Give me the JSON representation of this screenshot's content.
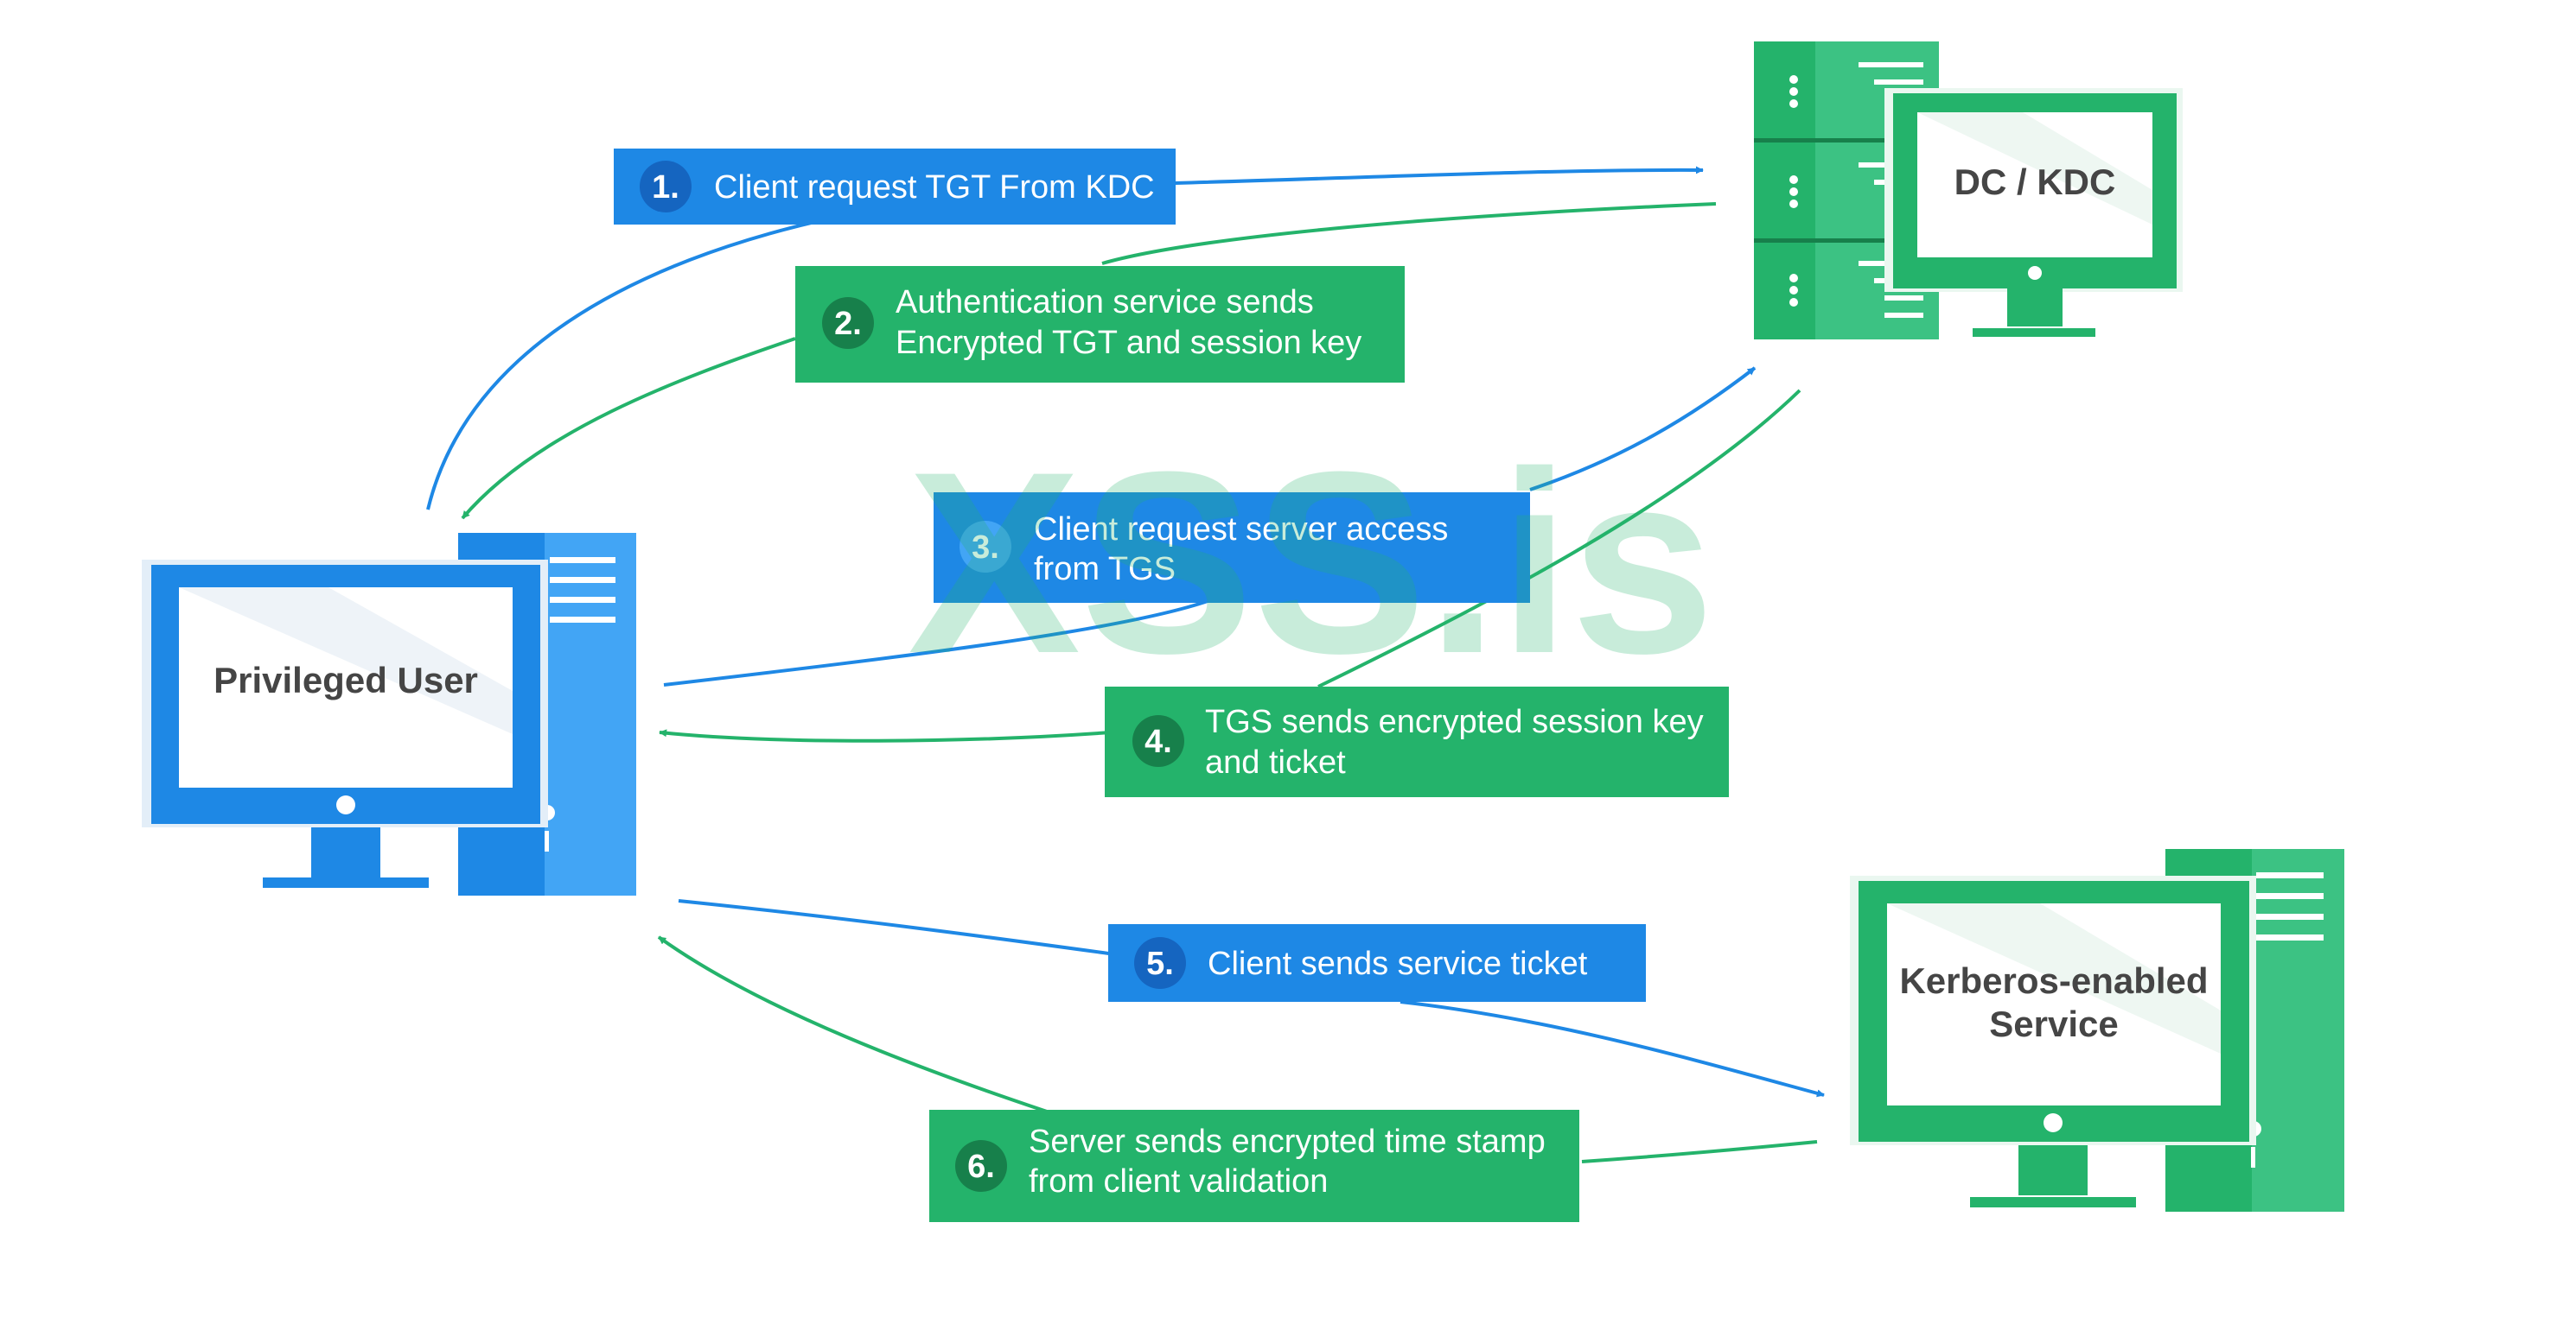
{
  "colors": {
    "blue": "#1e88e5",
    "blue_dark": "#1565c0",
    "blue_light": "#42a5f5",
    "green": "#24b36b",
    "green_dark": "#17804b",
    "green_light": "#3cc283",
    "node_text": "#454545"
  },
  "nodes": {
    "client": {
      "label": "Privileged User",
      "icon": "desktop-computer-icon"
    },
    "kdc": {
      "label": "DC / KDC",
      "icon": "server-icon"
    },
    "service": {
      "label_line1": "Kerberos-enabled",
      "label_line2": "Service",
      "icon": "desktop-computer-icon"
    }
  },
  "steps": [
    {
      "number": "1.",
      "line1": "Client request TGT From KDC",
      "line2": "",
      "color": "blue"
    },
    {
      "number": "2.",
      "line1": "Authentication service sends",
      "line2": "Encrypted TGT and session key",
      "color": "green"
    },
    {
      "number": "3.",
      "line1": "Client request server access",
      "line2": "from TGS",
      "color": "blue"
    },
    {
      "number": "4.",
      "line1": "TGS sends encrypted session key",
      "line2": "and ticket",
      "color": "green"
    },
    {
      "number": "5.",
      "line1": "Client sends service ticket",
      "line2": "",
      "color": "blue"
    },
    {
      "number": "6.",
      "line1": "Server sends encrypted time stamp",
      "line2": "from client validation",
      "color": "green"
    }
  ],
  "watermark": {
    "text": "XSS.is"
  }
}
